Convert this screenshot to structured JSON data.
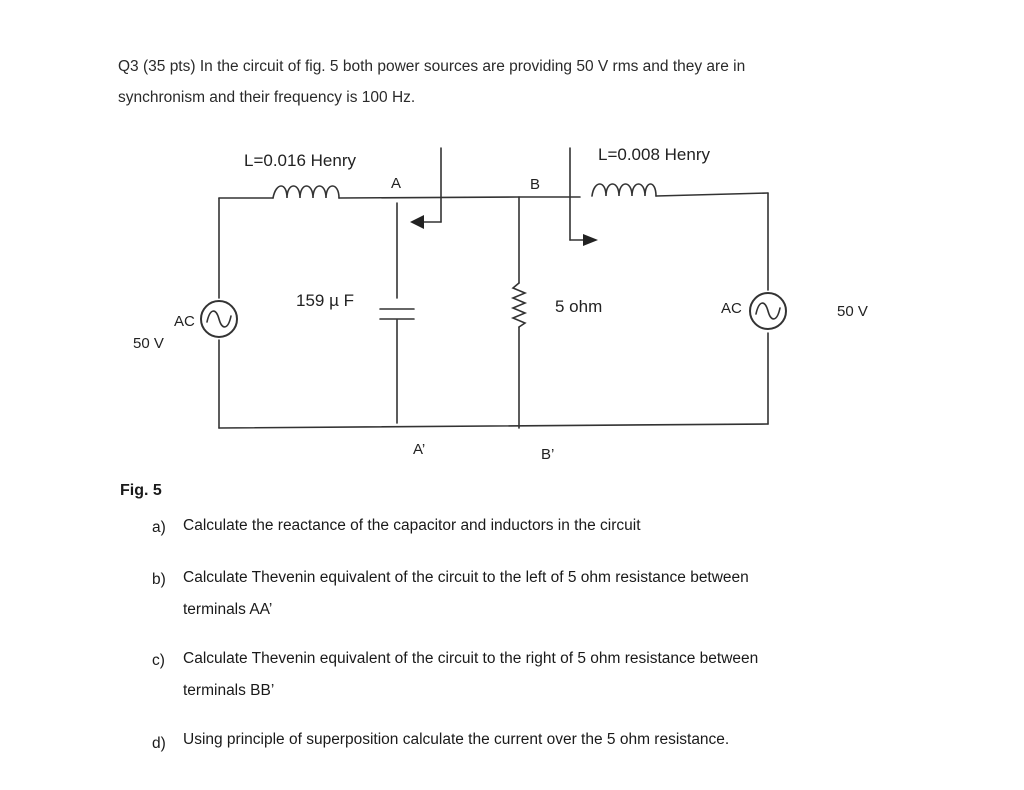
{
  "question": {
    "line1": "Q3 (35 pts) In the circuit of fig. 5 both power sources are providing 50 V rms and they are in",
    "line2": "synchronism and their frequency is 100 Hz."
  },
  "circuit": {
    "inductor_left_label": "L=0.016 Henry",
    "inductor_right_label": "L=0.008 Henry",
    "node_a": "A",
    "node_b": "B",
    "node_a_prime": "A’",
    "node_b_prime": "B’",
    "capacitor_label": "159 µ F",
    "resistor_label": "5 ohm",
    "source_left_type": "AC",
    "source_left_voltage": "50 V",
    "source_right_type": "AC",
    "source_right_voltage": "50 V"
  },
  "figure_caption": "Fig. 5",
  "parts": [
    {
      "marker": "a)",
      "lines": [
        "Calculate the reactance of the capacitor and inductors in the circuit"
      ]
    },
    {
      "marker": "b)",
      "lines": [
        "Calculate Thevenin equivalent of the circuit to the left of 5 ohm  resistance between",
        "terminals AA’"
      ]
    },
    {
      "marker": "c)",
      "lines": [
        "Calculate Thevenin equivalent of the circuit to the right of 5 ohm  resistance between",
        "terminals BB’"
      ]
    },
    {
      "marker": "d)",
      "lines": [
        "Using principle of superposition calculate the current over the 5 ohm resistance."
      ]
    }
  ]
}
